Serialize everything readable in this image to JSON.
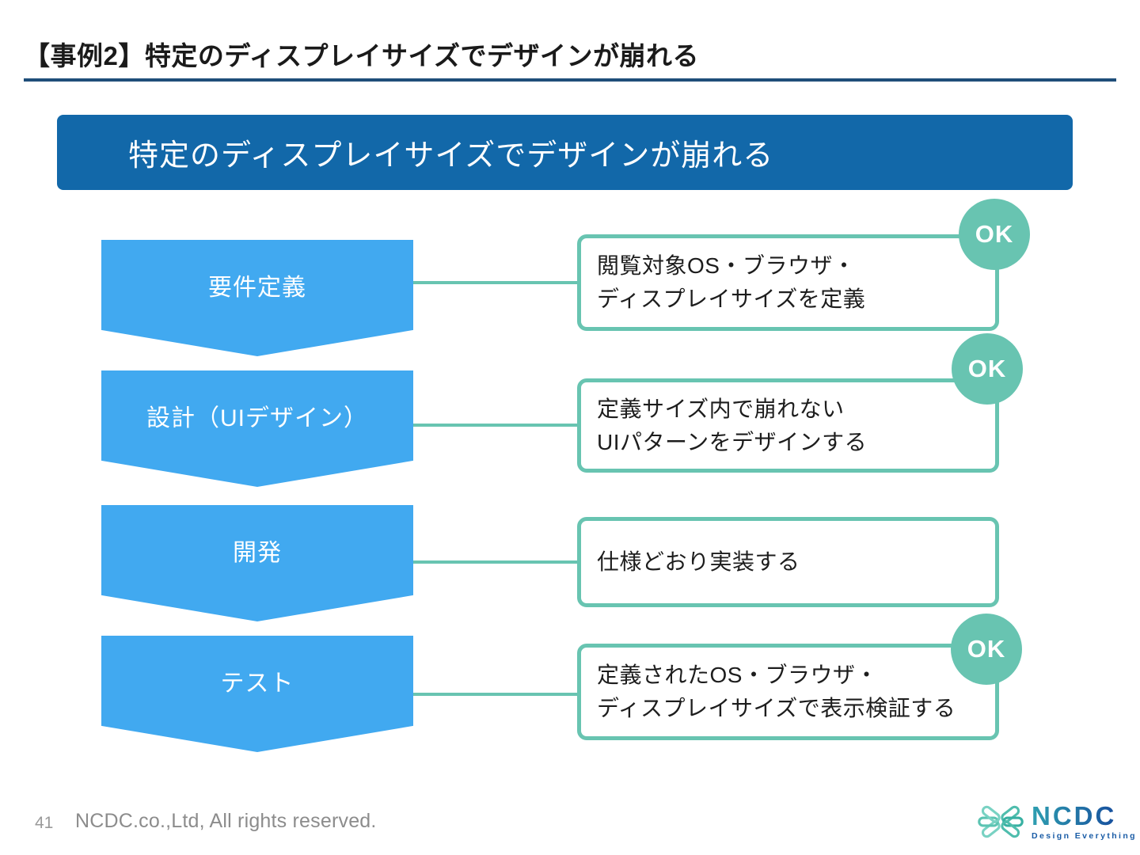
{
  "page": {
    "title": "【事例2】特定のディスプレイサイズでデザインが崩れる",
    "banner": {
      "text": "特定のディスプレイサイズでデザインが崩れる"
    },
    "ok_label": "OK",
    "steps": [
      {
        "label": "要件定義",
        "desc": "閲覧対象OS・ブラウザ・\nディスプレイサイズを定義",
        "ok": true
      },
      {
        "label": "設計（UIデザイン）",
        "desc": "定義サイズ内で崩れない\nUIパターンをデザインする",
        "ok": true
      },
      {
        "label": "開発",
        "desc": "仕様どおり実装する",
        "ok": false
      },
      {
        "label": "テスト",
        "desc": "定義されたOS・ブラウザ・\nディスプレイサイズで表示検証する",
        "ok": true
      }
    ],
    "footer": {
      "page_number": "41",
      "copyright": "NCDC.co.,Ltd, All rights reserved."
    },
    "logo": {
      "name": "NCDC",
      "tagline": "Design Everything"
    },
    "colors": {
      "banner_blue": "#1268A9",
      "step_blue": "#41A9F0",
      "teal": "#68C4B1",
      "underline_navy": "#1F4E79"
    }
  }
}
